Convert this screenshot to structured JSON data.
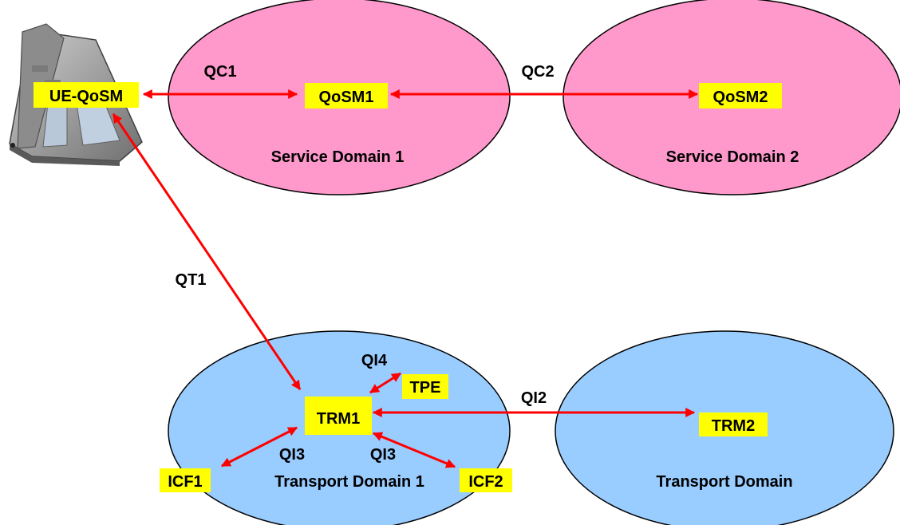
{
  "colors": {
    "service_domain_fill": "#ff99cc",
    "transport_domain_fill": "#99ccff",
    "node_fill": "#ffff00",
    "link_color": "#ff0000",
    "outline": "#000000",
    "phone_body": "#a6a6a6"
  },
  "icons": {
    "phone": "desk-phone-icon"
  },
  "domains": {
    "service1": "Service Domain 1",
    "service2": "Service Domain 2",
    "transport1": "Transport Domain 1",
    "transport2": "Transport Domain"
  },
  "nodes": {
    "ue_qosm": "UE-QoSM",
    "qosm1": "QoSM1",
    "qosm2": "QoSM2",
    "trm1": "TRM1",
    "trm2": "TRM2",
    "tpe": "TPE",
    "icf1": "ICF1",
    "icf2": "ICF2"
  },
  "links": {
    "qc1": "QC1",
    "qc2": "QC2",
    "qt1": "QT1",
    "qi2": "QI2",
    "qi3_left": "QI3",
    "qi3_right": "QI3",
    "qi4": "QI4"
  }
}
